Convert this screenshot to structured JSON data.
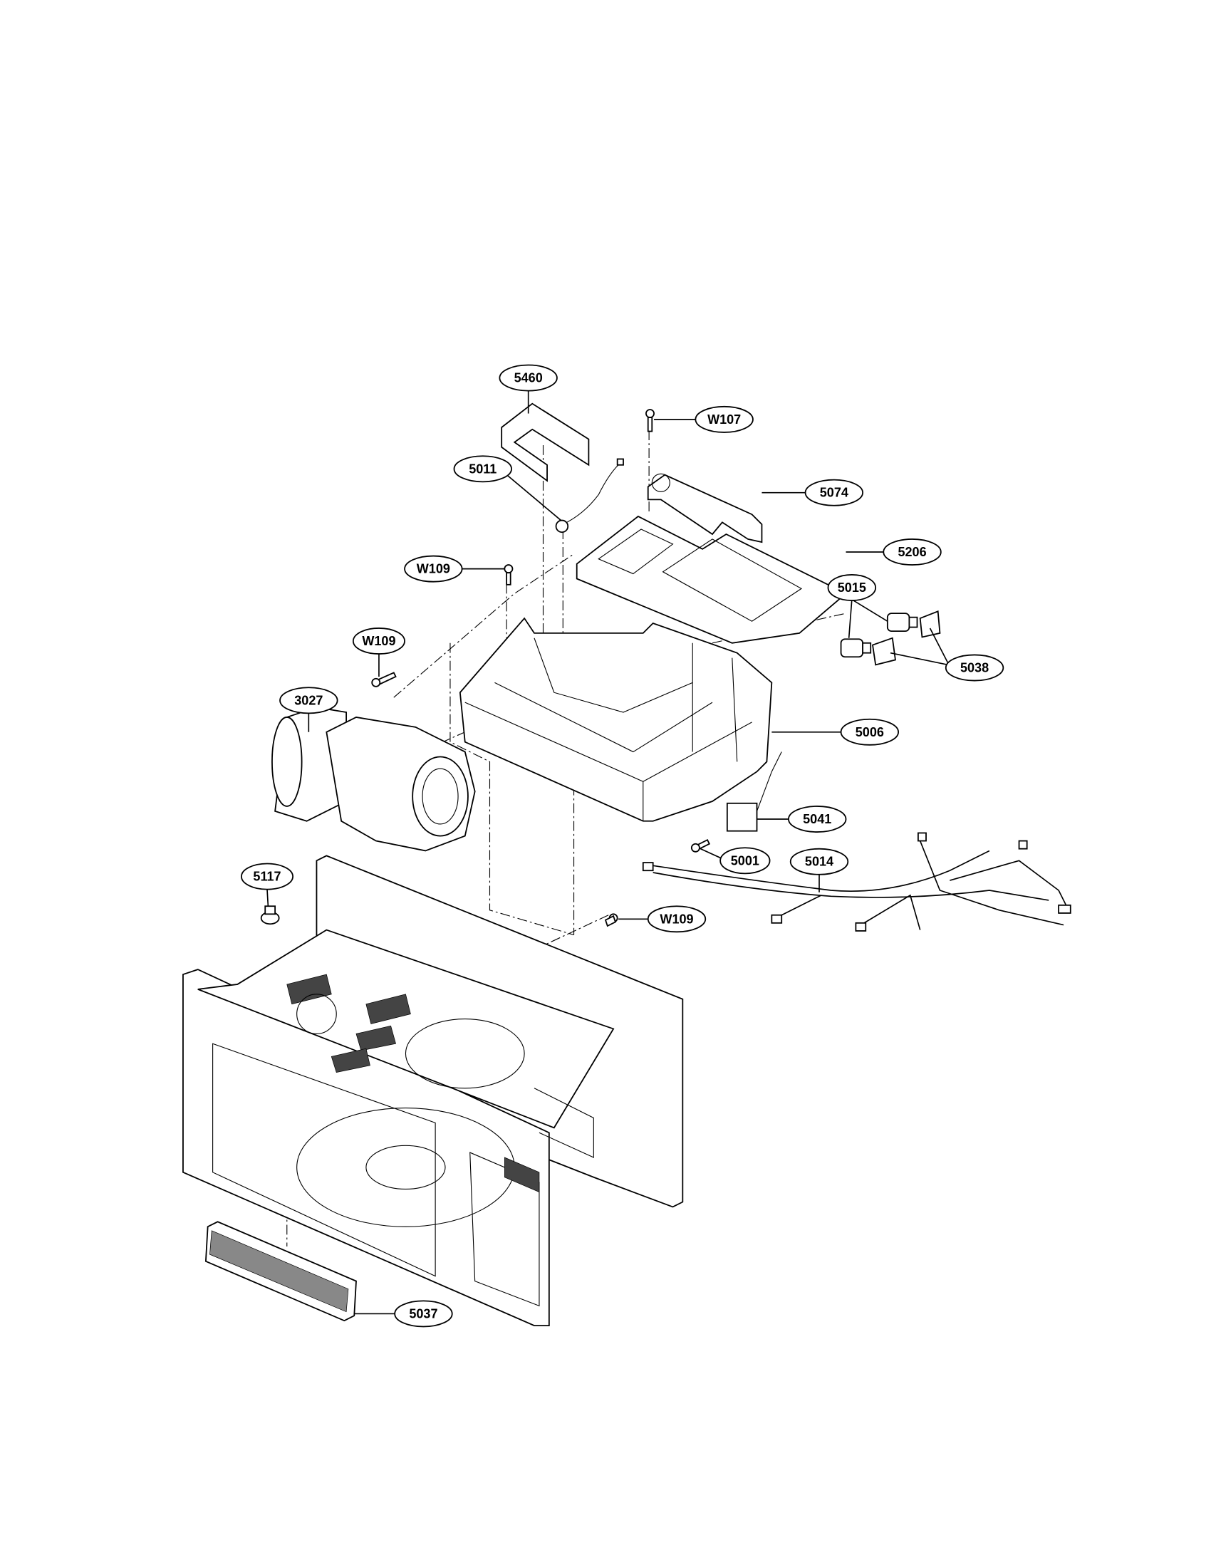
{
  "diagram": {
    "type": "exploded-parts-diagram",
    "callouts": [
      {
        "id": "c5460",
        "label": "5460"
      },
      {
        "id": "cW107",
        "label": "W107"
      },
      {
        "id": "c5011",
        "label": "5011"
      },
      {
        "id": "c5074",
        "label": "5074"
      },
      {
        "id": "c5206",
        "label": "5206"
      },
      {
        "id": "cW109a",
        "label": "W109"
      },
      {
        "id": "c5015",
        "label": "5015"
      },
      {
        "id": "cW109b",
        "label": "W109"
      },
      {
        "id": "c5038",
        "label": "5038"
      },
      {
        "id": "c3027",
        "label": "3027"
      },
      {
        "id": "c5006",
        "label": "5006"
      },
      {
        "id": "c5041",
        "label": "5041"
      },
      {
        "id": "c5001",
        "label": "5001"
      },
      {
        "id": "c5014",
        "label": "5014"
      },
      {
        "id": "c5117",
        "label": "5117"
      },
      {
        "id": "cW109c",
        "label": "W109"
      },
      {
        "id": "c5037",
        "label": "5037"
      }
    ]
  }
}
